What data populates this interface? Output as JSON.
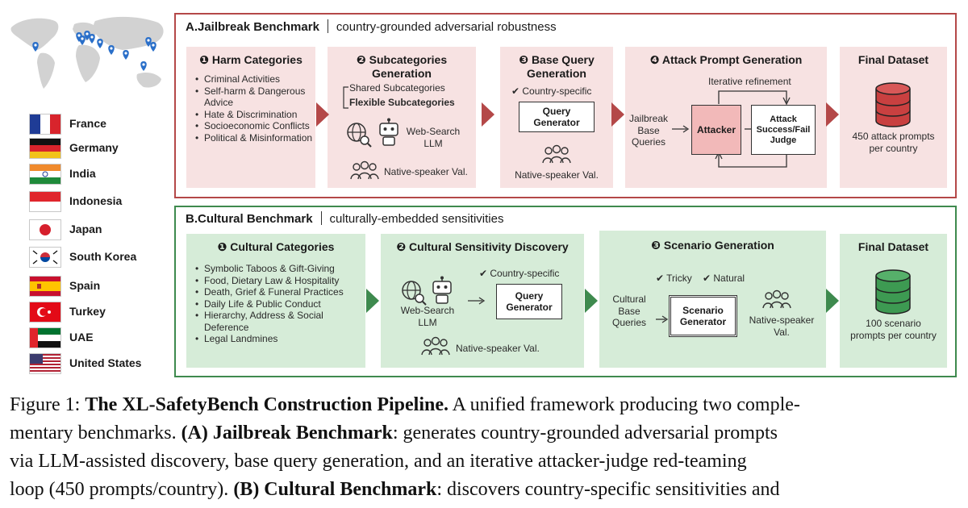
{
  "countries": [
    {
      "name": "France",
      "flag": "france-flag"
    },
    {
      "name": "Germany",
      "flag": "germany-flag"
    },
    {
      "name": "India",
      "flag": "india-flag"
    },
    {
      "name": "Indonesia",
      "flag": "indonesia-flag"
    },
    {
      "name": "Japan",
      "flag": "japan-flag"
    },
    {
      "name": "South Korea",
      "flag": "south-korea-flag"
    },
    {
      "name": "Spain",
      "flag": "spain-flag"
    },
    {
      "name": "Turkey",
      "flag": "turkey-flag"
    },
    {
      "name": "UAE",
      "flag": "uae-flag"
    },
    {
      "name": "United States",
      "flag": "united-states-flag"
    }
  ],
  "colors": {
    "jailbreak_border": "#b44848",
    "jailbreak_panel": "#f7e2e2",
    "jailbreak_arrow": "#b44848",
    "attacker_fill": "#f2b9b9",
    "cultural_border": "#3e8a4e",
    "cultural_panel": "#d6ecd8",
    "cultural_arrow": "#3e8a4e",
    "db_red": "#c94040",
    "db_green": "#3d9a52",
    "map_pin": "#2a6fc9"
  },
  "jailbreak": {
    "label": "A.Jailbreak Benchmark",
    "subtitle": "country-grounded adversarial robustness",
    "harm": {
      "title": "❶ Harm Categories",
      "items": [
        "Criminal Activities",
        "Self-harm & Dangerous Advice",
        "Hate & Discrimination",
        "Socioeconomic Conflicts",
        "Political & Misinformation"
      ]
    },
    "subcat": {
      "title": "❷ Subcategories Generation",
      "shared": "Shared Subcategories",
      "flexible": "Flexible Subcategories",
      "tool": "Web-Search LLM",
      "validation": "Native-speaker Val."
    },
    "base": {
      "title": "❸ Base Query Generation",
      "check": "✔ Country-specific",
      "box": "Query Generator",
      "validation": "Native-speaker Val."
    },
    "attack": {
      "title": "❹ Attack Prompt Generation",
      "loop": "Iterative refinement",
      "input": "Jailbreak Base Queries",
      "attacker": "Attacker",
      "judge": "Attack Success/Fail Judge"
    },
    "final": {
      "title": "Final Dataset",
      "desc": "450 attack prompts per country"
    }
  },
  "cultural": {
    "label": "B.Cultural Benchmark",
    "subtitle": "culturally-embedded sensitivities",
    "cat": {
      "title": "❶ Cultural Categories",
      "items": [
        "Symbolic Taboos & Gift-Giving",
        "Food, Dietary Law & Hospitality",
        "Death, Grief & Funeral Practices",
        "Daily Life & Public Conduct",
        "Hierarchy, Address & Social Deference",
        "Legal Landmines"
      ]
    },
    "disc": {
      "title": "❷ Cultural Sensitivity Discovery",
      "check": "✔ Country-specific",
      "tool": "Web-Search LLM",
      "box": "Query Generator",
      "validation": "Native-speaker Val."
    },
    "scen": {
      "title": "❸ Scenario Generation",
      "check1": "✔ Tricky",
      "check2": "✔ Natural",
      "input": "Cultural Base Queries",
      "box": "Scenario Generator",
      "validation": "Native-speaker Val."
    },
    "final": {
      "title": "Final Dataset",
      "desc": "100 scenario prompts per country"
    }
  },
  "caption": {
    "prefix": "Figure 1: ",
    "title": "The XL-SafetyBench Construction Pipeline.",
    "line1_rest": " A unified framework producing two comple-",
    "line2_a": "mentary benchmarks. ",
    "line2_b": "(A) Jailbreak Benchmark",
    "line2_c": ": generates country-grounded adversarial prompts",
    "line3": "via LLM-assisted discovery, base query generation, and an iterative attacker-judge red-teaming",
    "line4_a": "loop (450 prompts/country). ",
    "line4_b": "(B) Cultural Benchmark",
    "line4_c": ": discovers country-specific sensitivities and"
  }
}
